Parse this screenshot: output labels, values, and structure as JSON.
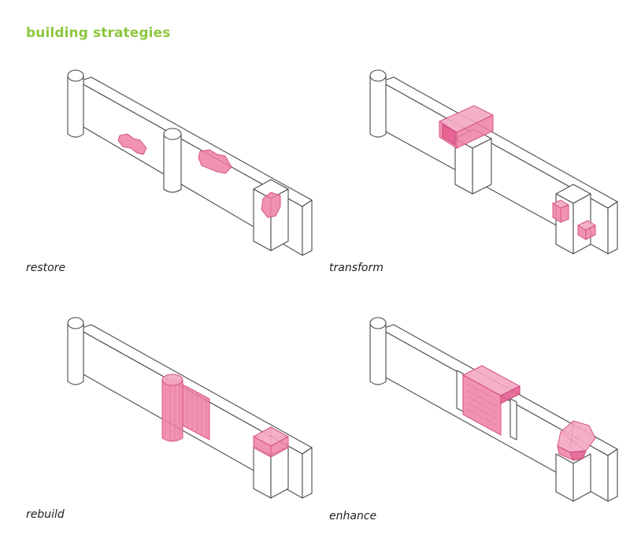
{
  "title": "building strategies",
  "panels": [
    {
      "label": "restore"
    },
    {
      "label": "transform"
    },
    {
      "label": "rebuild"
    },
    {
      "label": "enhance"
    }
  ],
  "colors": {
    "title": "#8dc63f",
    "highlight": "#ef7fa6",
    "line": "#4a4a4a"
  }
}
